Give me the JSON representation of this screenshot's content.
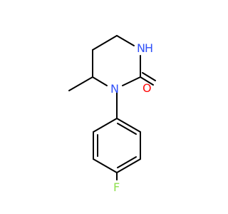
{
  "molecule": {
    "atoms": {
      "nh": "N",
      "h": "H",
      "n": "N",
      "o": "O",
      "f": "F"
    },
    "colors": {
      "bond": "#000000",
      "nitrogen": "#3050F8",
      "oxygen": "#FF0D0D",
      "fluorine": "#90E050"
    }
  }
}
